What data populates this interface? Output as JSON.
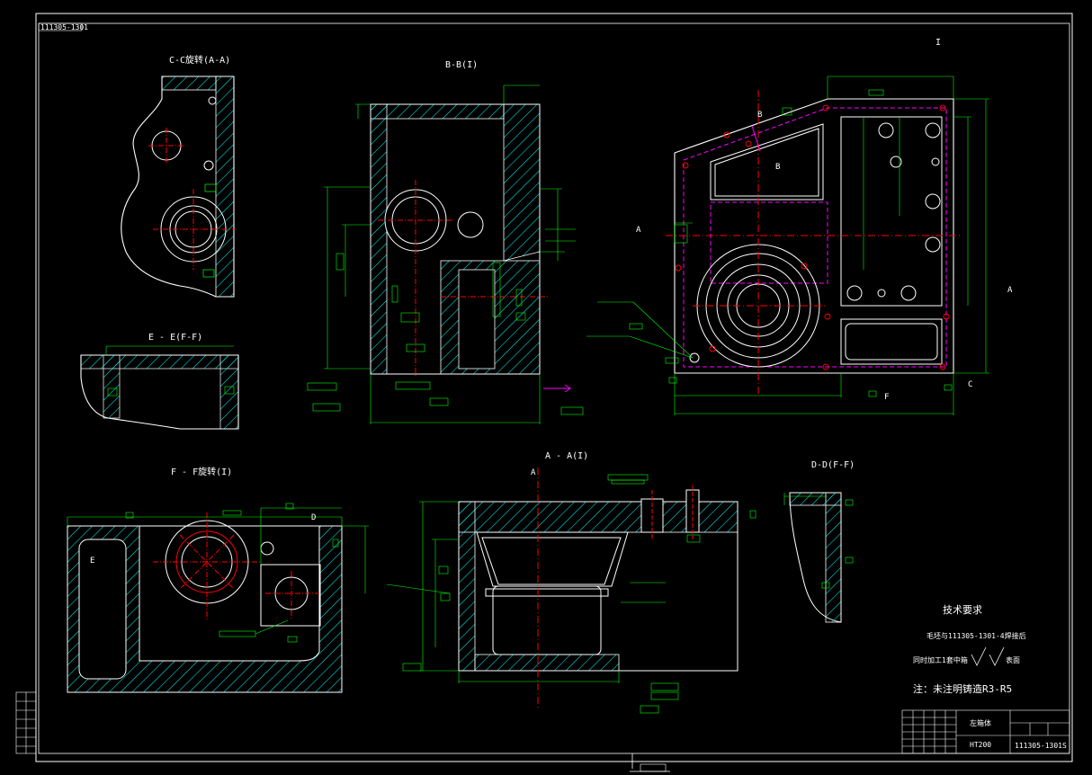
{
  "drawing": {
    "frame_code": "111305-1301",
    "views": {
      "cc": "C-C旋转(A-A)",
      "bb": "B-B(I)",
      "ee": "E - E(F-F)",
      "i": "I",
      "ff": "F - F旋转(I)",
      "aa": "A - A(I)",
      "dd": "D-D(F-F)"
    },
    "cut_marks": {
      "b": "B",
      "a": "A",
      "c": "C",
      "e": "E",
      "d": "D",
      "f": "F"
    },
    "tech_requirements": {
      "title": "技术要求",
      "line1": "毛坯与111305-1301-4焊接后",
      "line2": "同时加工1套中箱",
      "line2_suffix": "表面",
      "line3": "注：未注明铸造R3-R5"
    },
    "title_block": {
      "name": "左箱体",
      "material": "HT200",
      "code": "111305-1301S"
    },
    "colors": {
      "outline": "#ffffff",
      "hatch": "#00ffff",
      "dimension": "#00ff00",
      "center": "#ff0000",
      "hidden": "#ff00ff",
      "background": "#000000"
    }
  }
}
